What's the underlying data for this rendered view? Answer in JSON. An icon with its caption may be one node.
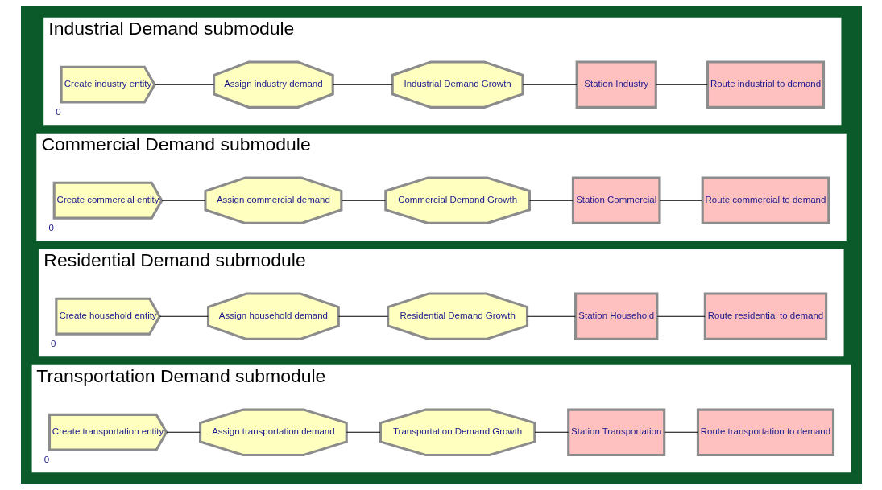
{
  "diagram": {
    "nodes": [
      {
        "text": [
          "Industrial Demand submodule"
        ]
      },
      {
        "text": [
          "Create industry entity"
        ],
        "in": 0,
        "beside": [
          "0"
        ]
      },
      {
        "text": [
          "Assign industry demand"
        ],
        "in": 0
      },
      {
        "text": [
          "Industrial Demand Growth"
        ],
        "in": 0
      },
      {
        "text": [
          "Station Industry"
        ],
        "in": 0
      },
      {
        "text": [
          "Route industrial to demand"
        ],
        "in": 0
      },
      {
        "text": [
          "Commercial Demand submodule"
        ]
      },
      {
        "text": [
          "Create commercial entity"
        ],
        "in": 6,
        "beside": [
          "0"
        ]
      },
      {
        "text": [
          "Assign commercial demand"
        ],
        "in": 6
      },
      {
        "text": [
          "Commercial Demand Growth"
        ],
        "in": 6
      },
      {
        "text": [
          "Station Commercial"
        ],
        "in": 6
      },
      {
        "text": [
          "Route commercial to demand"
        ],
        "in": 6
      },
      {
        "text": [
          "Residential Demand submodule"
        ]
      },
      {
        "text": [
          "Create household entity"
        ],
        "in": 12,
        "beside": [
          "0"
        ]
      },
      {
        "text": [
          "Assign household demand"
        ],
        "in": 12
      },
      {
        "text": [
          "Residential Demand Growth"
        ],
        "in": 12
      },
      {
        "text": [
          "Station Household"
        ],
        "in": 12
      },
      {
        "text": [
          "Route residential to demand"
        ],
        "in": 12
      },
      {
        "text": [
          "Transportation Demand submodule"
        ]
      },
      {
        "text": [
          "Create transportation entity"
        ],
        "in": 18,
        "beside": [
          "0"
        ]
      },
      {
        "text": [
          "Assign transportation demand"
        ],
        "in": 18
      },
      {
        "text": [
          "Transportation Demand Growth"
        ],
        "in": 18
      },
      {
        "text": [
          "Station Transportation"
        ],
        "in": 18
      },
      {
        "text": [
          "Route transportation to demand"
        ],
        "in": 18
      }
    ],
    "edges": [
      {
        "from": 1,
        "to": 2,
        "arrow": "none"
      },
      {
        "from": 2,
        "to": 3,
        "arrow": "none"
      },
      {
        "from": 3,
        "to": 4,
        "arrow": "none"
      },
      {
        "from": 4,
        "to": 5,
        "arrow": "none"
      },
      {
        "from": 7,
        "to": 8,
        "arrow": "none"
      },
      {
        "from": 8,
        "to": 9,
        "arrow": "none"
      },
      {
        "from": 9,
        "to": 10,
        "arrow": "none"
      },
      {
        "from": 10,
        "to": 11,
        "arrow": "none"
      },
      {
        "from": 13,
        "to": 14,
        "arrow": "none"
      },
      {
        "from": 14,
        "to": 15,
        "arrow": "none"
      },
      {
        "from": 15,
        "to": 16,
        "arrow": "none"
      },
      {
        "from": 16,
        "to": 17,
        "arrow": "none"
      },
      {
        "from": 19,
        "to": 20,
        "arrow": "none"
      },
      {
        "from": 20,
        "to": 21,
        "arrow": "none"
      },
      {
        "from": 21,
        "to": 22,
        "arrow": "none"
      },
      {
        "from": 22,
        "to": 23,
        "arrow": "none"
      }
    ]
  }
}
